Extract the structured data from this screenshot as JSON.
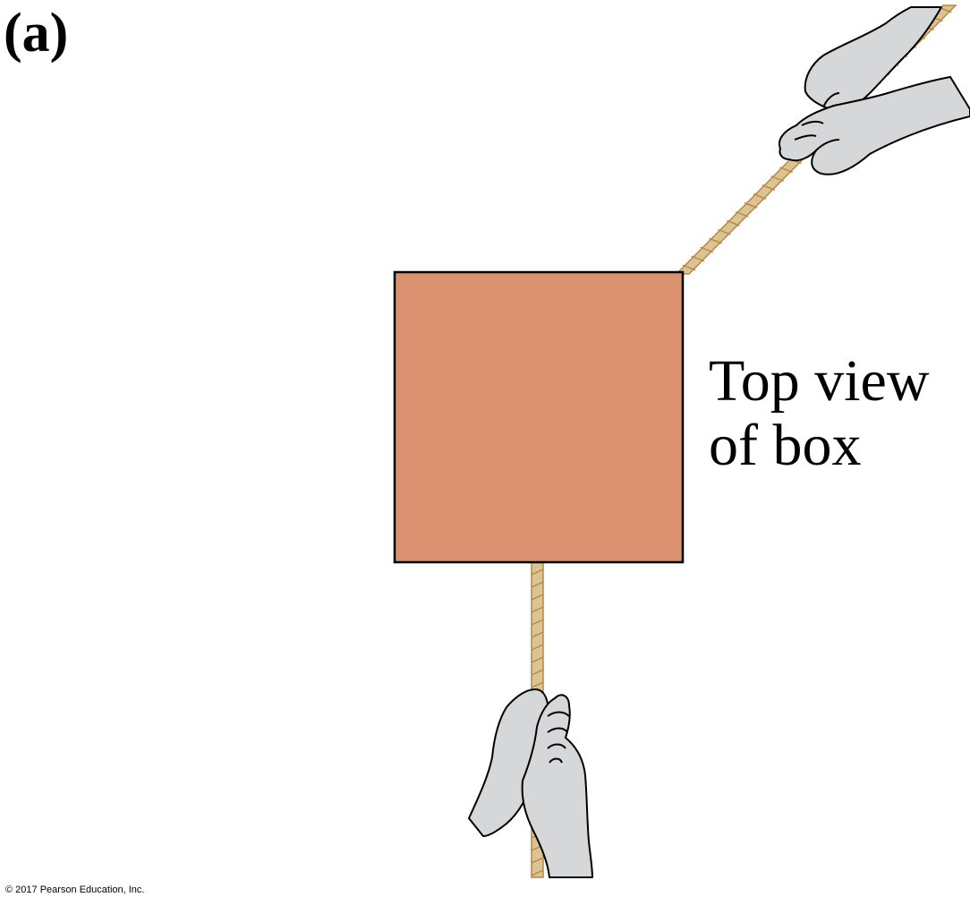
{
  "panel_label": "(a)",
  "box_caption": {
    "line1": "Top view",
    "line2": "of box"
  },
  "copyright": "© 2017 Pearson Education, Inc.",
  "colors": {
    "box_fill": "#d99170",
    "rope_fill": "#dcc394",
    "rope_stroke": "#b48944",
    "hand_fill": "#d6d7d9",
    "outline": "#000000"
  }
}
